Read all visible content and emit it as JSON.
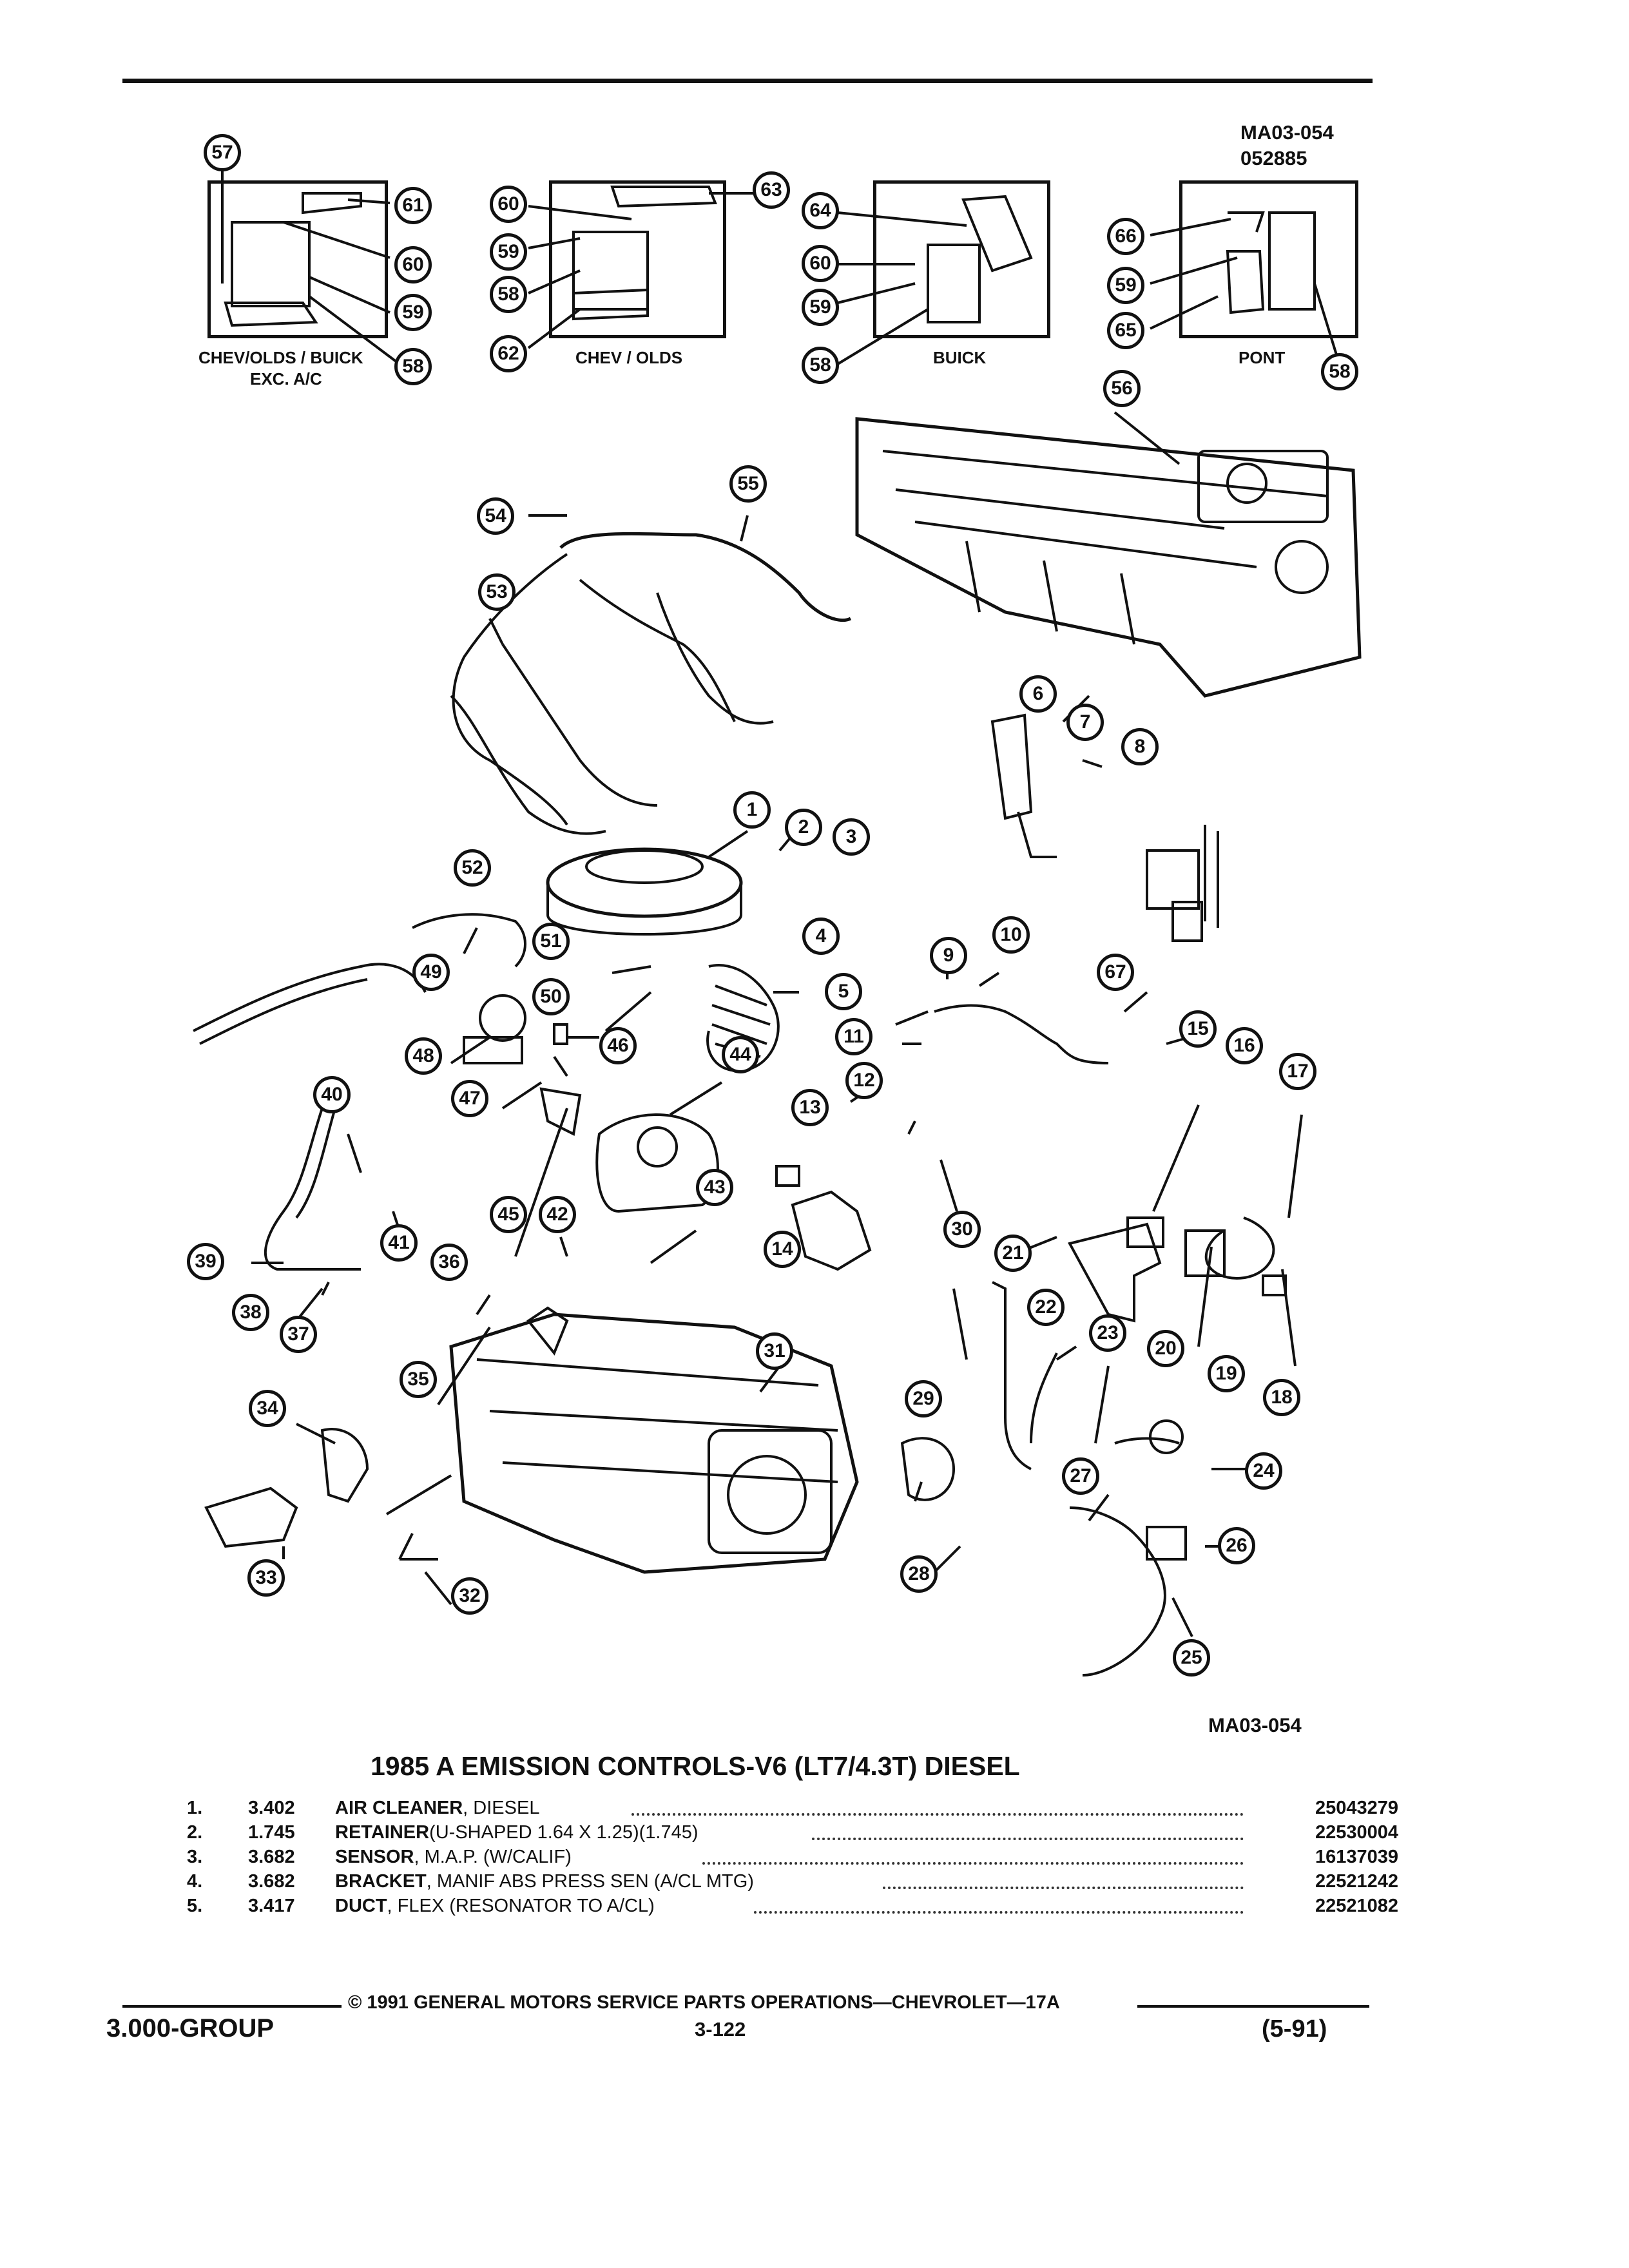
{
  "header": {
    "ref_code": "MA03-054",
    "date_code": "052885"
  },
  "insets": [
    {
      "label": "CHEV/OLDS / BUICK",
      "sublabel": "EXC. A/C"
    },
    {
      "label": "CHEV / OLDS"
    },
    {
      "label": "BUICK"
    },
    {
      "label": "PONT"
    }
  ],
  "callouts": [
    "1",
    "2",
    "3",
    "4",
    "5",
    "6",
    "7",
    "8",
    "9",
    "10",
    "11",
    "12",
    "13",
    "14",
    "15",
    "16",
    "17",
    "18",
    "19",
    "20",
    "21",
    "22",
    "23",
    "24",
    "25",
    "26",
    "27",
    "28",
    "29",
    "30",
    "31",
    "32",
    "33",
    "34",
    "35",
    "36",
    "37",
    "38",
    "39",
    "40",
    "41",
    "42",
    "43",
    "44",
    "45",
    "46",
    "47",
    "48",
    "49",
    "50",
    "51",
    "52",
    "53",
    "54",
    "55",
    "56",
    "57",
    "58",
    "59",
    "60",
    "61",
    "62",
    "63",
    "64",
    "65",
    "66",
    "67"
  ],
  "figure_code": "MA03-054",
  "title": "1985 A EMISSION CONTROLS-V6 (LT7/4.3T) DIESEL",
  "parts": [
    {
      "num": "1.",
      "group": "3.402",
      "name": "AIR CLEANER",
      "desc": ", DIESEL",
      "part_no": "25043279"
    },
    {
      "num": "2.",
      "group": "1.745",
      "name": "RETAINER",
      "desc": "(U-SHAPED 1.64 X 1.25)(1.745)",
      "part_no": "22530004"
    },
    {
      "num": "3.",
      "group": "3.682",
      "name": "SENSOR",
      "desc": ", M.A.P. (W/CALIF)",
      "part_no": "16137039"
    },
    {
      "num": "4.",
      "group": "3.682",
      "name": "BRACKET",
      "desc": ", MANIF ABS PRESS SEN (A/CL MTG)",
      "part_no": "22521242"
    },
    {
      "num": "5.",
      "group": "3.417",
      "name": "DUCT",
      "desc": ", FLEX (RESONATOR TO A/CL)",
      "part_no": "22521082"
    }
  ],
  "footer": {
    "copyright": "© 1991 GENERAL MOTORS SERVICE PARTS OPERATIONS—CHEVROLET—17A",
    "group": "3.000-GROUP",
    "page": "3-122",
    "revision": "(5-91)"
  }
}
